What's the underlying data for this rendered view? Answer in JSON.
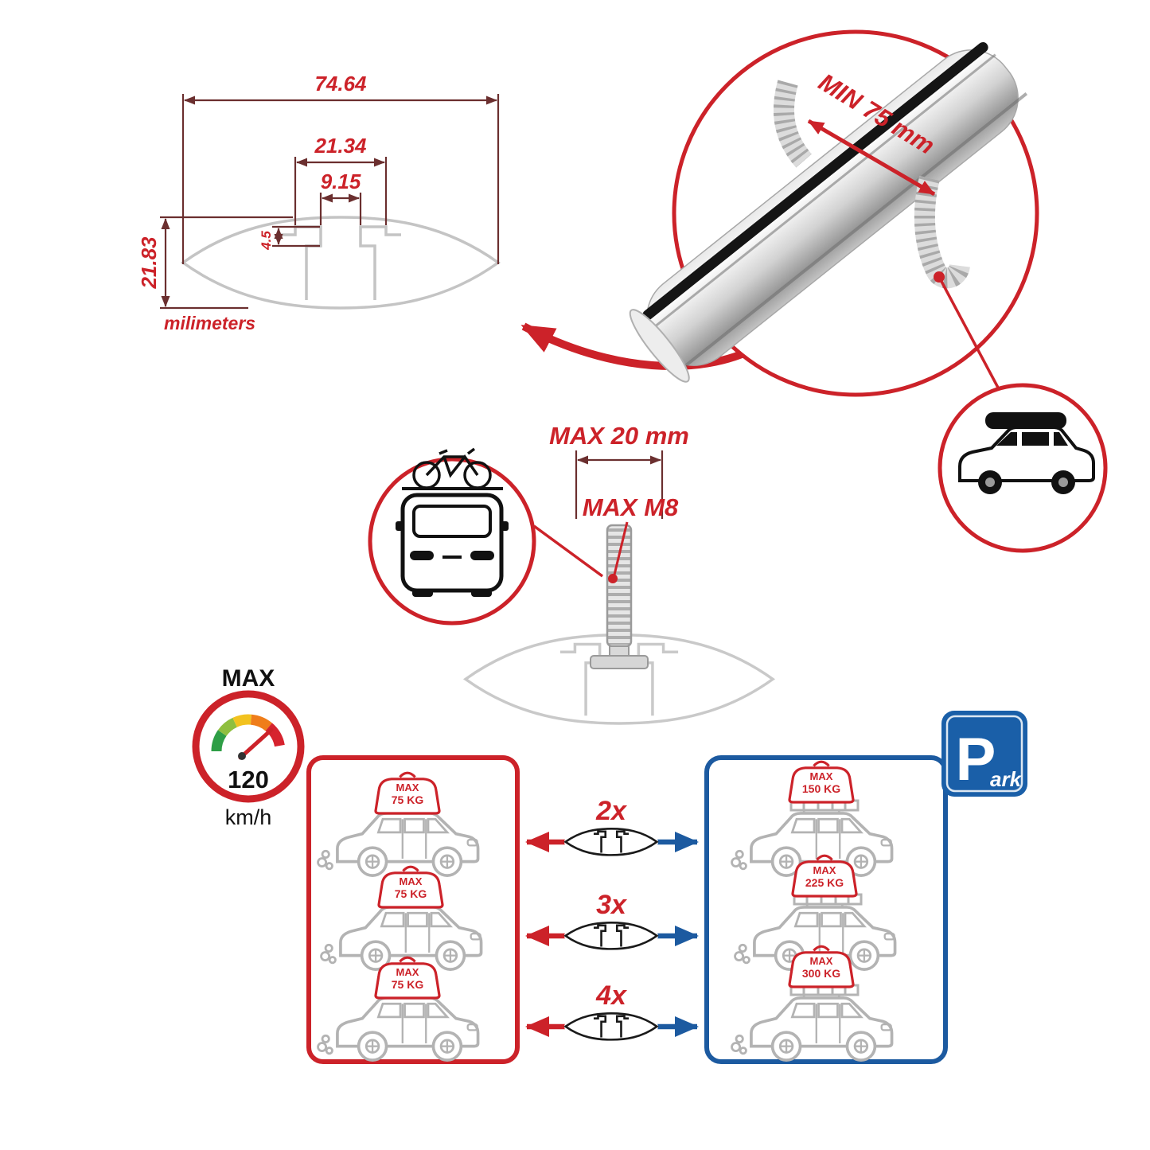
{
  "colors": {
    "accent_red": "#cc2229",
    "accent_blue": "#1c5aa0",
    "dim_line": "#6b2f2f",
    "outline_gray": "#b3b3b3"
  },
  "profile_dimensions": {
    "total_width": "74.64",
    "slot_outer_width": "21.34",
    "slot_inner_width": "9.15",
    "slot_depth": "4.5",
    "total_height": "21.83",
    "units": "milimeters"
  },
  "clamp": {
    "min_grip": "MIN 75 mm"
  },
  "bolt": {
    "max_length": "MAX 20 mm",
    "max_thread": "MAX M8"
  },
  "speed_limit": {
    "title": "MAX",
    "value": "120",
    "units": "km/h"
  },
  "parking_sign": {
    "letter": "P",
    "rest": "ark"
  },
  "driving_loads": {
    "items": [
      {
        "label": "MAX",
        "weight": "75 KG"
      },
      {
        "label": "MAX",
        "weight": "75 KG"
      },
      {
        "label": "MAX",
        "weight": "75 KG"
      }
    ]
  },
  "crossbar_counts": {
    "items": [
      {
        "label": "2x"
      },
      {
        "label": "3x"
      },
      {
        "label": "4x"
      }
    ]
  },
  "parked_loads": {
    "items": [
      {
        "label": "MAX",
        "weight": "150 KG"
      },
      {
        "label": "MAX",
        "weight": "225 KG"
      },
      {
        "label": "MAX",
        "weight": "300 KG"
      }
    ]
  }
}
